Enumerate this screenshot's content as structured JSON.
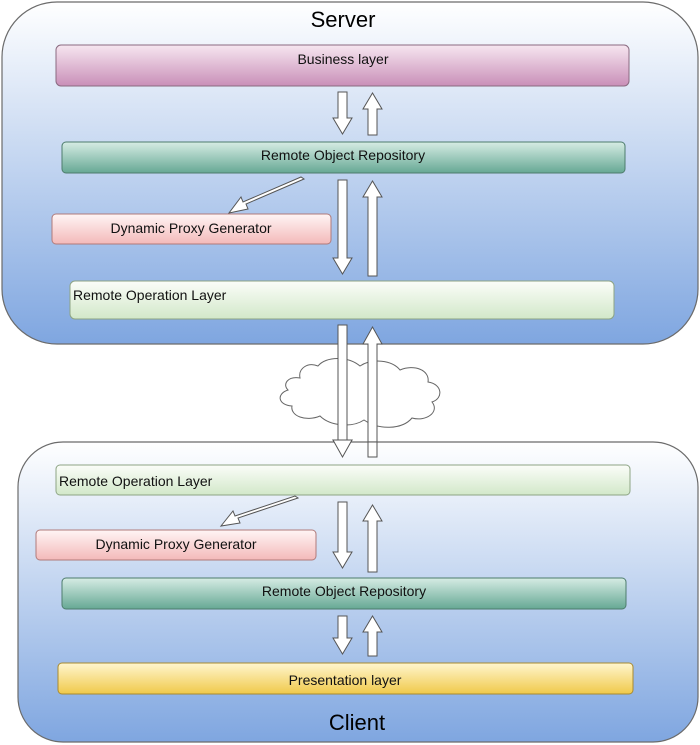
{
  "server": {
    "title": "Server",
    "business_layer": "Business layer",
    "remote_object_repository": "Remote Object Repository",
    "dynamic_proxy_generator": "Dynamic Proxy Generator",
    "remote_operation_layer": "Remote Operation Layer"
  },
  "client": {
    "title": "Client",
    "remote_operation_layer": "Remote Operation Layer",
    "dynamic_proxy_generator": "Dynamic Proxy Generator",
    "remote_object_repository": "Remote Object Repository",
    "presentation_layer": "Presentation layer"
  },
  "colors": {
    "container_top": "#ffffff",
    "container_bottom": "#7fa6e0",
    "business": "#c98fb8",
    "repository": "#66a894",
    "proxy": "#f3b9b9",
    "operation": "#d2e8c9",
    "presentation": "#f0c94a"
  }
}
